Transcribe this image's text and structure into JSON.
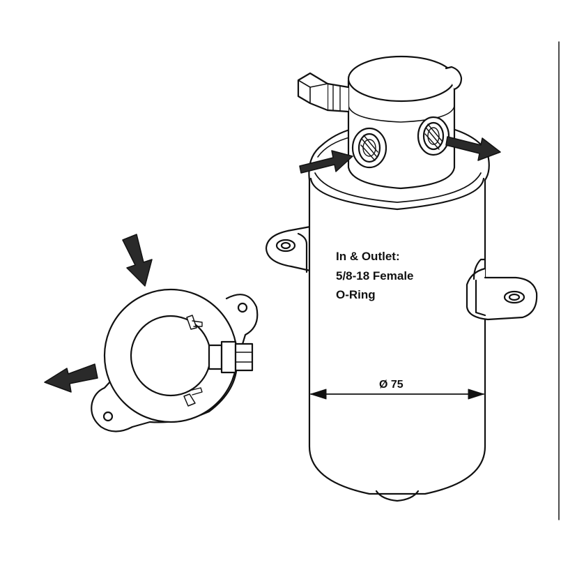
{
  "annotations": {
    "line1": "In & Outlet:",
    "line2": "5/8-18 Female",
    "line3": "O-Ring"
  },
  "dimension": {
    "label": "Ø 75"
  },
  "colors": {
    "ink": "#111111",
    "paper": "#ffffff",
    "arrow": "#2a2a2a"
  }
}
